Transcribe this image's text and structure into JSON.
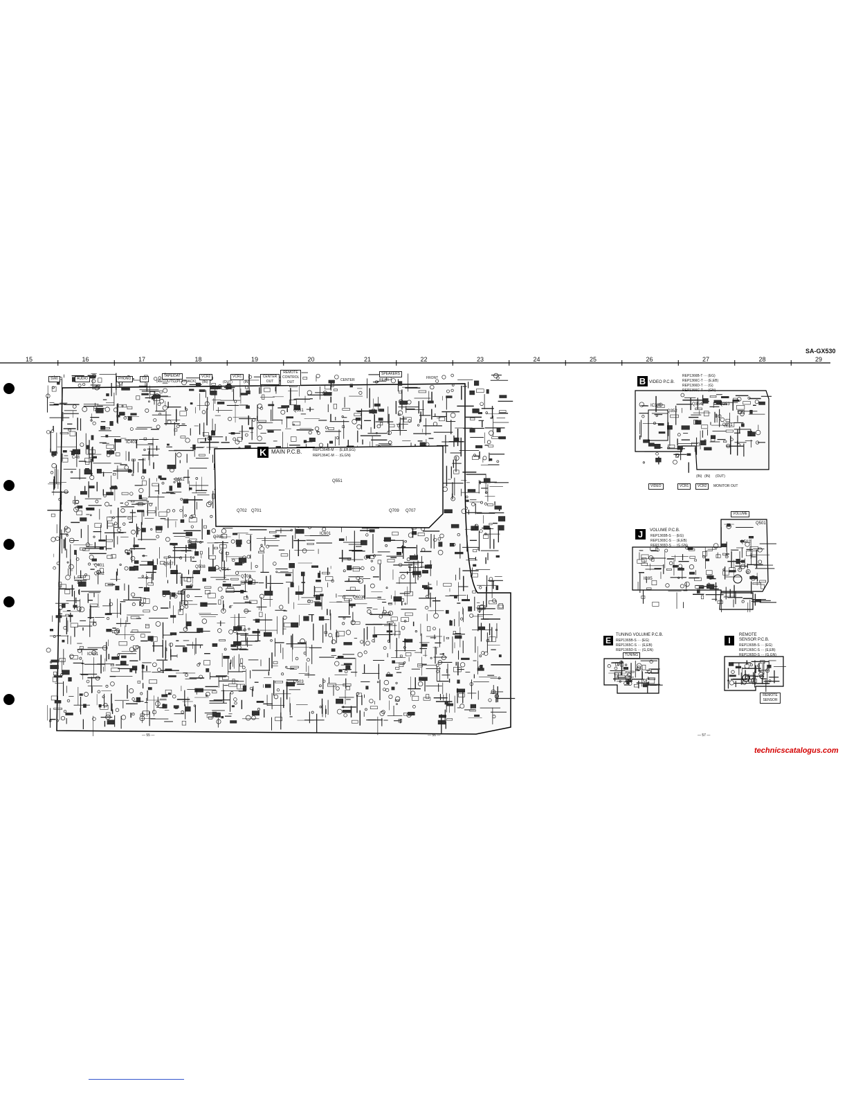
{
  "header": {
    "model": "SA-GX530"
  },
  "ruler": {
    "numbers": [
      "15",
      "16",
      "17",
      "18",
      "19",
      "20",
      "21",
      "22",
      "23",
      "24",
      "25",
      "26",
      "27",
      "28",
      "29"
    ]
  },
  "main_board": {
    "letter": "K",
    "title": "MAIN P.C.B.",
    "parts": [
      "REP1364B-M ··· (E,EB,EG)",
      "REP1364C-M ··· (G,GN)"
    ],
    "connectors": [
      "SW0",
      "AUDIO",
      "PHONO",
      "CD",
      "TAPE/DAT",
      "(RECOUTS)",
      "(PLAYBACK)",
      "VCR2",
      "(IN)",
      "VCR1",
      "(OUT)",
      "(IN)",
      "CENTER OUT",
      "REMOTE CONTROL OUT",
      "SPEAKERS",
      "CENTER",
      "REAR",
      "FRONT"
    ],
    "components": [
      "Q702",
      "Q701",
      "Q709",
      "Q707",
      "IC601",
      "Q705",
      "Q507",
      "Q508",
      "Q704",
      "Q703",
      "Q503",
      "Q552",
      "Q551",
      "Q401",
      "Q402",
      "IC451",
      "IC401",
      "Q601",
      "Q551",
      "C48"
    ]
  },
  "video_board": {
    "letter": "B",
    "title": "VIDEO P.C.B.",
    "parts": [
      "REP1366B-T ··· (EG)",
      "REP1366C-T ··· (E,EB)",
      "REP1366D-T ··· (G)",
      "REP1366C-T ··· (GN)"
    ],
    "components": [
      "IC351",
      "Q354",
      "Q353",
      "Q352",
      "Q351"
    ],
    "connectors": [
      "VIDEO",
      "VCR1",
      "VCR2",
      "MONITOR OUT",
      "(IN)",
      "(IN)",
      "(OUT)"
    ]
  },
  "volume_board": {
    "letter": "J",
    "title": "VOLUME P.C.B.",
    "parts": [
      "REP1365B-S ··· (EG)",
      "REP1365C-S ··· (E,EB)",
      "REP1365D-S ··· (G,GN)"
    ],
    "components": [
      "Q501",
      "Q502",
      "IC85"
    ],
    "connectors": [
      "VOLUME"
    ]
  },
  "tuning_board": {
    "letter": "E",
    "title": "TUNING VOLUME P.C.B.",
    "parts": [
      "REP1365B-S ··· (EG)",
      "REP1365C-S ··· (E,EB)",
      "REP1365D-S ··· (G,GN)"
    ],
    "connectors": [
      "TUNING"
    ]
  },
  "remote_board": {
    "letter": "I",
    "title": "REMOTE SENSOR P.C.B.",
    "parts": [
      "REP1365B-S ··· (EG)",
      "REP1365C-S ··· (E,EB)",
      "REP1365D-S ··· (G,GN)"
    ],
    "connectors": [
      "REMOTE SENSOR"
    ]
  },
  "page_numbers": [
    "— 55 —",
    "— 56 —",
    "— 57 —"
  ],
  "watermark": "technicscatalogus.com"
}
